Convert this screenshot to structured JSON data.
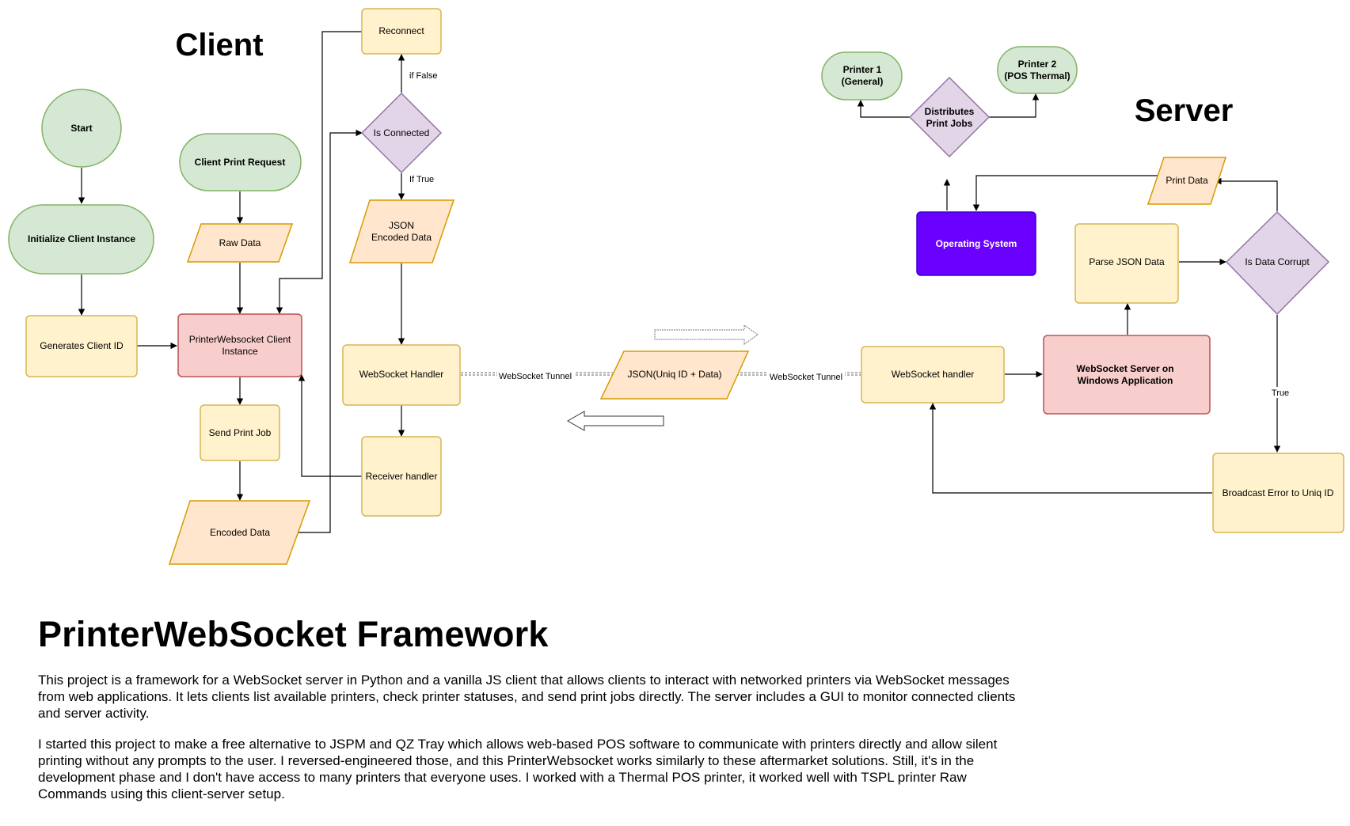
{
  "sections": {
    "client": "Client",
    "server": "Server"
  },
  "nodes": {
    "start": "Start",
    "init_client": "Initialize Client Instance",
    "generates_client_id": "Generates Client ID",
    "client_print_request": "Client Print Request",
    "raw_data": "Raw Data",
    "client_instance": [
      "PrinterWebsocket Client",
      "Instance"
    ],
    "send_print_job": "Send Print Job",
    "encoded_data": "Encoded Data",
    "reconnect": "Reconnect",
    "is_connected": "Is Connected",
    "json_encoded": [
      "JSON",
      "Encoded Data"
    ],
    "ws_handler_client": "WebSocket Handler",
    "receiver_handler": "Receiver handler",
    "json_packet": "JSON(Uniq ID + Data)",
    "ws_handler_server": "WebSocket handler",
    "ws_server": [
      "WebSocket Server on",
      "Windows Application"
    ],
    "parse_json": "Parse JSON Data",
    "is_data_corrupt": "Is Data Corrupt",
    "print_data": "Print Data",
    "broadcast_error": "Broadcast Error to Uniq ID",
    "operating_system": "Operating System",
    "distributes": [
      "Distributes",
      "Print Jobs"
    ],
    "printer1": [
      "Printer 1",
      "(General)"
    ],
    "printer2": [
      "Printer 2",
      "(POS Thermal)"
    ]
  },
  "edge_labels": {
    "if_false": "if False",
    "if_true": "If True",
    "tunnel_left": "WebSocket Tunnel",
    "tunnel_right": "WebSocket Tunnel",
    "true": "True"
  },
  "colors": {
    "green_fill": "#d5e8d4",
    "green_stroke": "#82b366",
    "yellow_fill": "#fff2cc",
    "yellow_stroke": "#d6b656",
    "orange_fill": "#ffe6cc",
    "orange_stroke": "#d79b00",
    "red_fill": "#f8cecc",
    "red_stroke": "#b85450",
    "purple_fill": "#e1d5e7",
    "purple_stroke": "#9673a6",
    "os_fill": "#6a00ff",
    "os_stroke": "#3700cc"
  },
  "document": {
    "title": "PrinterWebSocket Framework",
    "paragraphs": [
      "This project is a framework for a WebSocket server in Python and a vanilla JS client that allows clients to interact with networked printers via WebSocket messages from web applications. It lets clients list available printers, check printer statuses, and send print jobs directly. The server includes a GUI to monitor connected clients and server activity.",
      "I started this project to make a free alternative to JSPM and QZ Tray which allows web-based POS software to communicate with printers directly and allow silent printing without any prompts to the user. I reversed-engineered those, and this PrinterWebsocket works similarly to these aftermarket solutions. Still, it's in the development phase and I don't have access to many printers that everyone uses. I worked with a Thermal POS printer, it worked well with TSPL printer Raw Commands using this client-server setup."
    ]
  }
}
